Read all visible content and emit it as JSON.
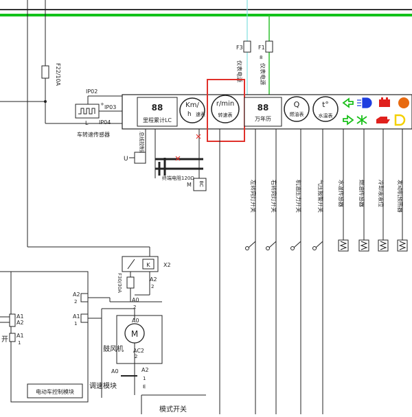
{
  "colors": {
    "bus_green": "#12c21a",
    "bus_dark": "#333333",
    "wire": "#222222",
    "wire_cyan": "#7fe0e0",
    "wire_green": "#2ec02e",
    "highlight": "#e0302a",
    "warn_red": "#e0201c",
    "warn_yellow": "#f4d000",
    "ind_green": "#19c019",
    "ind_blue": "#1e3ee0",
    "ind_orange": "#e86a10"
  },
  "fuses": {
    "f22": "F22/10A",
    "f3": "F3",
    "f1": "F1",
    "f1_num": "8",
    "f3_vertical": "仪表电源",
    "f1_vertical": "仪表电源",
    "f30": "F30/30A"
  },
  "sensor": {
    "ip02": "IP02",
    "ip03": "IP03",
    "ip04": "IP04",
    "plus": "+",
    "l": "L",
    "label": "车转速传感器"
  },
  "cluster": {
    "lcd1_digits": "88",
    "lcd1_label": "里程累计LC",
    "speed_unit_top": "Km/",
    "speed_unit_bottom": "h",
    "speed_label": "速表",
    "rpm_unit": "r/min",
    "rpm_label": "转速表",
    "lcd2_digits": "88",
    "lcd2_label": "万年历",
    "fuel_symbol": "Q",
    "fuel_label": "燃油表",
    "temp_symbol": "t°",
    "temp_label": "水温表"
  },
  "mid_block": {
    "vertical_label": "总线控制器",
    "bc_label": "BC",
    "m_label": "M",
    "terminal_u": "U",
    "motor_label": "终端电阻120Ω"
  },
  "switches": [
    {
      "label": "左转向灯开关"
    },
    {
      "label": "右转向灯开关"
    },
    {
      "label": "机油压力开关"
    },
    {
      "label": "气压报警开关"
    },
    {
      "label": "水温传感器"
    },
    {
      "label": "燃油传感器"
    },
    {
      "label": "冷却液液位"
    },
    {
      "label": "发动机预热器"
    }
  ],
  "relay": {
    "k_label": "K",
    "x2": "X2"
  },
  "left_module": {
    "a2": "A2",
    "a2_num": "2",
    "a1": "A1",
    "a1_num": "1",
    "title": "电动车控制模块",
    "side_a1": "A1",
    "side_a2": "A2",
    "side_a1b": "A1",
    "side_num": "1",
    "open_label": "开"
  },
  "blower": {
    "a0": "A0",
    "a0_num": "2",
    "a2": "A2",
    "a2_num": "2",
    "motor_symbol": "M",
    "label": "鼓风机",
    "ac_label": "AC2",
    "ac_num": "2",
    "speed_label": "调速模块",
    "a0b": "A0",
    "a2b": "A2",
    "num1": "1",
    "e": "E",
    "mode_label": "模式开关"
  }
}
